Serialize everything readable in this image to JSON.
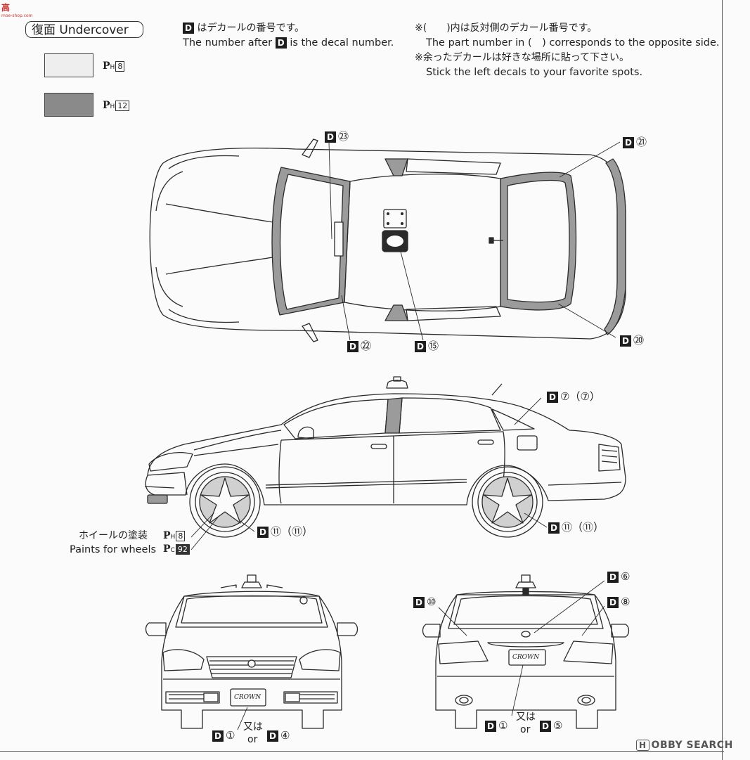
{
  "logo": {
    "text": "高",
    "sub": "moe-shop.com"
  },
  "header": {
    "section_label": "復面 Undercover",
    "note1_jp": "はデカールの番号です。",
    "note1_en_before": "The number after",
    "note1_en_after": "is the decal number.",
    "note2_jp": "※(　　)内は反対側のデカール番号です。",
    "note2_en": "The part number in (　) corresponds to the opposite side.",
    "note3_jp": "※余ったデカールは好きな場所に貼って下さい。",
    "note3_en": "Stick the left decals to your favorite spots."
  },
  "decal_letter": "D",
  "swatches": [
    {
      "color": "#eeeeee",
      "paint_prefix": "P",
      "paint_sub": "H",
      "paint_num": "8"
    },
    {
      "color": "#8a8a8a",
      "paint_prefix": "P",
      "paint_sub": "H",
      "paint_num": "12"
    }
  ],
  "top_view": {
    "d23": "㉓",
    "d21": "㉑",
    "d22": "㉒",
    "d15": "⑮",
    "d20": "⑳"
  },
  "side_view": {
    "d7": "⑦（⑦）",
    "d11_front": "⑪（⑪）",
    "d11_rear": "⑪（⑪）",
    "wheel_paint_jp": "ホイールの塗装",
    "wheel_paint_en": "Paints for wheels",
    "wheel_paint1": {
      "prefix": "P",
      "sub": "H",
      "num": "8"
    },
    "wheel_paint2": {
      "prefix": "P",
      "sub": "C",
      "num": "92"
    }
  },
  "front_view": {
    "plate": "CROWN",
    "d1": "①",
    "or_jp": "又は",
    "or_en": "or",
    "d4": "④"
  },
  "rear_view": {
    "plate": "CROWN",
    "d10": "⑩",
    "d6": "⑥",
    "d8": "⑧",
    "d1": "①",
    "or_jp": "又は",
    "or_en": "or",
    "d5": "⑤"
  },
  "watermark": {
    "badge": "H",
    "text": "OBBY SEARCH"
  }
}
